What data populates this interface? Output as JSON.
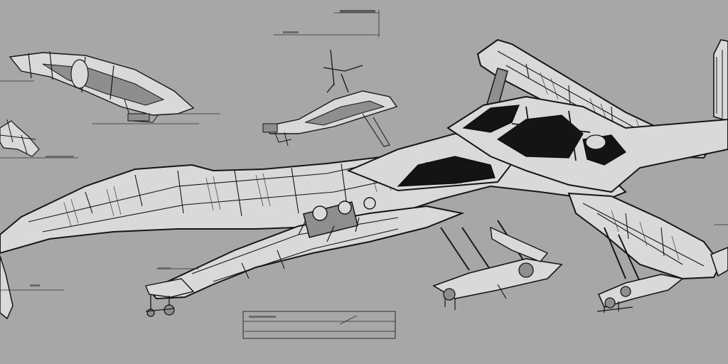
{
  "sheet": {
    "background": "#a7a7a7",
    "ink": "#161616",
    "metal_highlight": "#d9d9d9",
    "cockpit_glass": "#141414"
  },
  "drawings": [
    {
      "id": "main-side-view",
      "icon": "spaceship-side-view"
    },
    {
      "id": "top-left-thumbnail",
      "icon": "spaceship-thumbnail"
    },
    {
      "id": "top-center-thumbnail",
      "icon": "spaceship-thumbnail"
    },
    {
      "id": "far-left-fragment",
      "icon": "spaceship-fragment"
    },
    {
      "id": "wing-cockpit-section",
      "icon": "spaceship-cockpit-wing"
    }
  ],
  "annotations": {
    "top_title": "",
    "top_left_caption": "",
    "left_callout": "",
    "bottom_title_block": ""
  }
}
